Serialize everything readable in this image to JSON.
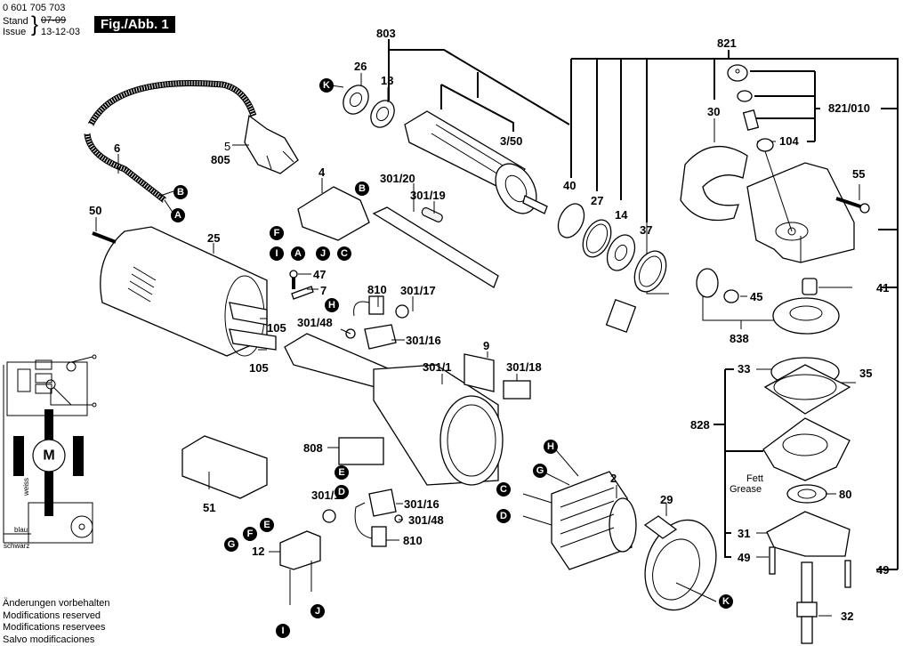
{
  "header": {
    "part_number": "0 601 705 703",
    "stand_label": "Stand",
    "issue_label": "Issue",
    "stand_date_struck": "07-09",
    "issue_date": "13-12-03",
    "figure_label": "Fig./Abb. 1"
  },
  "footer": {
    "lines": [
      "Änderungen vorbehalten",
      "Modifications reserved",
      "Modifications reservees",
      "Salvo modificaciones"
    ]
  },
  "labels": {
    "l803": "803",
    "l821": "821",
    "l821_010": "821/010",
    "l104": "104",
    "l30": "30",
    "l26": "26",
    "l13": "13",
    "l3_50": "3/50",
    "l6": "6",
    "l5": "5",
    "l805": "805",
    "l4": "4",
    "l301_20": "301/20",
    "l301_19": "301/19",
    "l40": "40",
    "l27": "27",
    "l14": "14",
    "l37": "37",
    "l55": "55",
    "l50": "50",
    "l25": "25",
    "l47": "47",
    "l7": "7",
    "l810a": "810",
    "l301_17a": "301/17",
    "l301_48a": "301/48",
    "l301_16a": "301/16",
    "l105a": "105",
    "l105b": "105",
    "l45": "45",
    "l41": "41",
    "l838": "838",
    "l9": "9",
    "l301_1": "301/1",
    "l301_18": "301/18",
    "l33": "33",
    "l35": "35",
    "l828": "828",
    "l808": "808",
    "l301_17b": "301/17",
    "l301_16b": "301/16",
    "l301_48b": "301/48",
    "l810b": "810",
    "l51": "51",
    "l12": "12",
    "l2": "2",
    "l29": "29",
    "l80": "80",
    "l31": "31",
    "l49a": "49",
    "l49b": "49",
    "l32": "32",
    "fett": "Fett",
    "grease": "Grease"
  },
  "connectors": {
    "A": "A",
    "B": "B",
    "C": "C",
    "D": "D",
    "E": "E",
    "F": "F",
    "G": "G",
    "H": "H",
    "I": "I",
    "J": "J",
    "K": "K"
  },
  "schematic": {
    "motor": "M",
    "wire_white": "weiss",
    "wire_blue": "blau",
    "wire_black": "schwarz"
  }
}
